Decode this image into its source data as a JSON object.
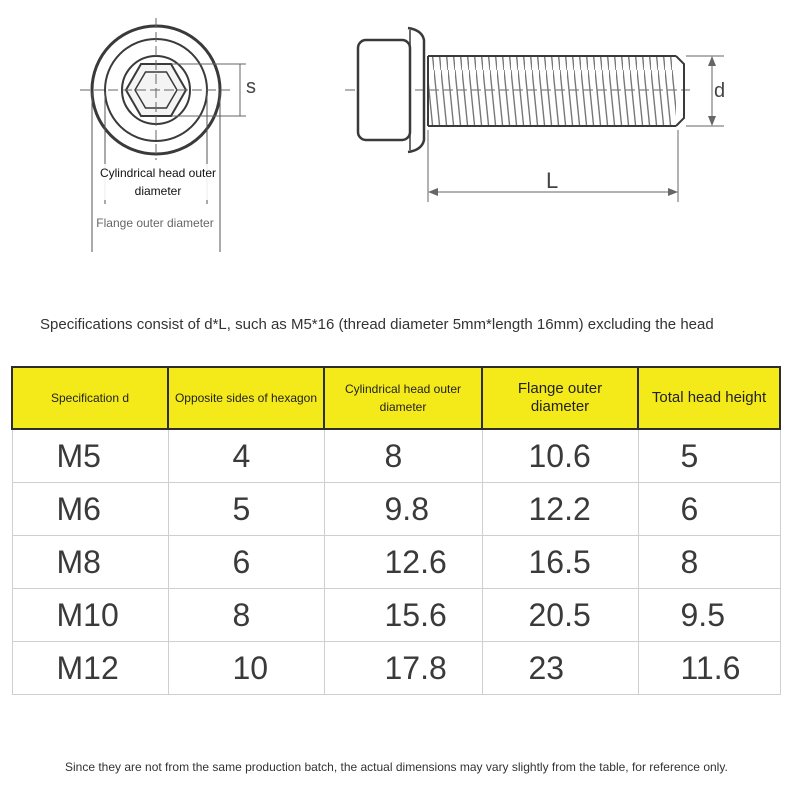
{
  "diagram": {
    "dimension_s": "s",
    "dimension_d": "d",
    "dimension_L": "L",
    "cylindrical_label": "Cylindrical head outer diameter",
    "flange_label": "Flange outer diameter"
  },
  "spec_note": "Specifications consist of d*L, such as M5*16 (thread diameter 5mm*length 16mm) excluding the head",
  "table": {
    "header_color": "#f5ea19",
    "headers": [
      "Specification d",
      "Opposite sides of hexagon",
      "Cylindrical head outer diameter",
      "Flange outer diameter",
      "Total head height"
    ],
    "rows": [
      [
        "M5",
        "4",
        "8",
        "10.6",
        "5"
      ],
      [
        "M6",
        "5",
        "9.8",
        "12.2",
        "6"
      ],
      [
        "M8",
        "6",
        "12.6",
        "16.5",
        "8"
      ],
      [
        "M10",
        "8",
        "15.6",
        "20.5",
        "9.5"
      ],
      [
        "M12",
        "10",
        "17.8",
        "23",
        "11.6"
      ]
    ]
  },
  "footer": "Since they are not from the same production batch, the actual dimensions may vary slightly from the table, for reference only."
}
